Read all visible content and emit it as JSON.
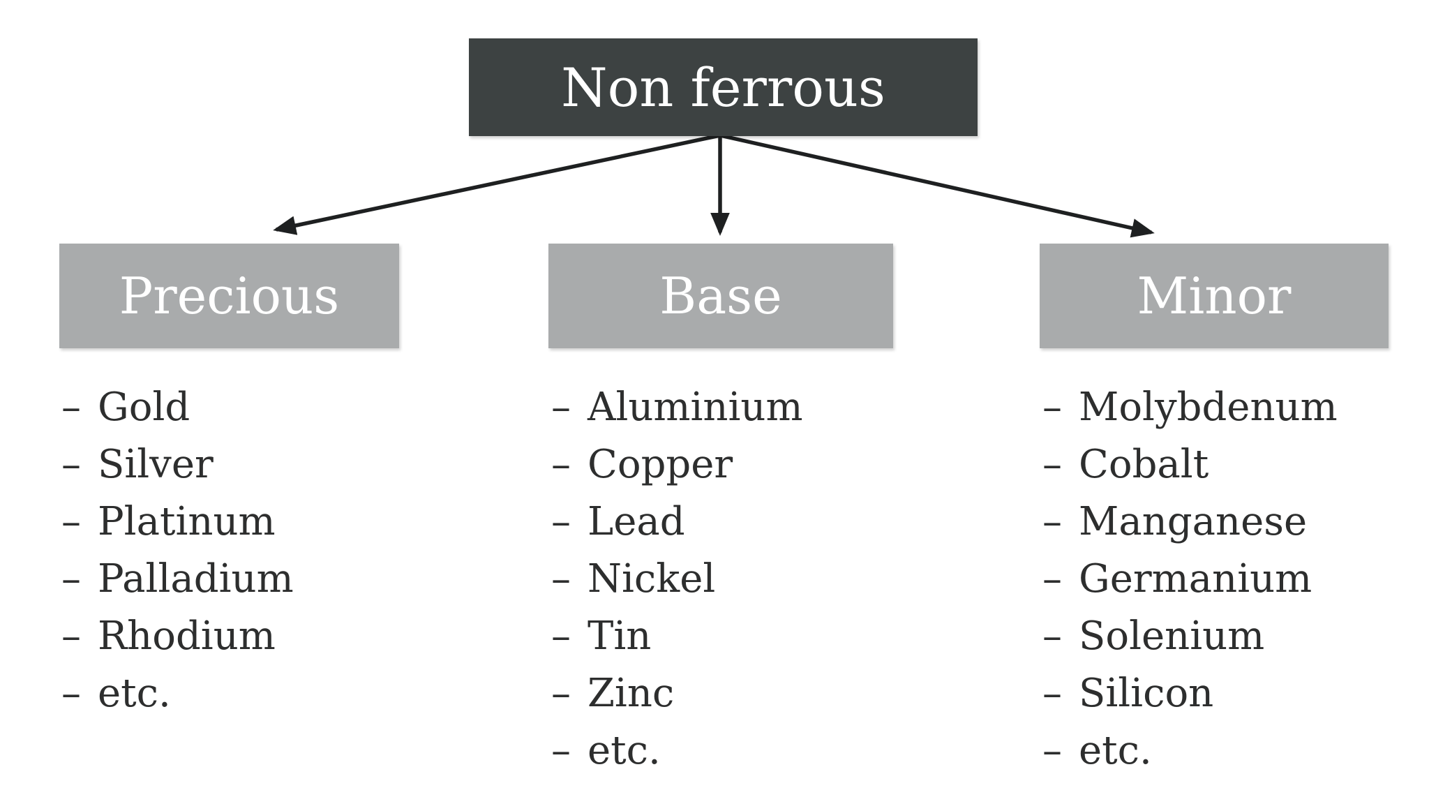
{
  "root": {
    "label": "Non ferrous"
  },
  "list_marker": "–",
  "columns": [
    {
      "label": "Precious",
      "items": [
        "Gold",
        "Silver",
        "Platinum",
        "Palladium",
        "Rhodium",
        "etc."
      ]
    },
    {
      "label": "Base",
      "items": [
        "Aluminium",
        "Copper",
        "Lead",
        "Nickel",
        "Tin",
        "Zinc",
        "etc."
      ]
    },
    {
      "label": "Minor",
      "items": [
        "Molybdenum",
        "Cobalt",
        "Manganese",
        "Germanium",
        "Solenium",
        "Silicon",
        "etc."
      ]
    }
  ],
  "colors": {
    "background": "#ffffff",
    "root_box": "#3d4242",
    "category_box": "#a9abac",
    "box_text": "#ffffff",
    "text_dark": "#2d2e2e",
    "arrow": "#1e2021"
  }
}
